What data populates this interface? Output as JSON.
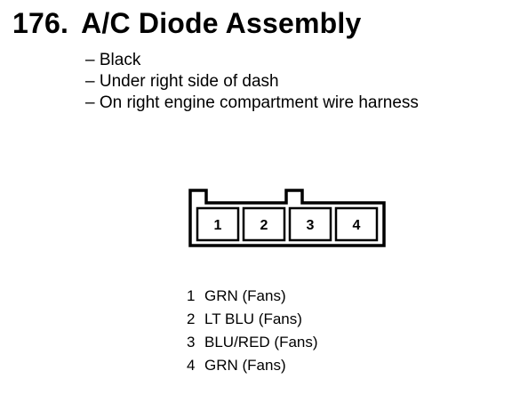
{
  "header": {
    "number": "176.",
    "title": "A/C Diode Assembly"
  },
  "notes": [
    "Black",
    "Under right side of dash",
    "On right engine compartment wire harness"
  ],
  "connector": {
    "pins": [
      "1",
      "2",
      "3",
      "4"
    ]
  },
  "pin_list": [
    {
      "num": "1",
      "desc": "GRN (Fans)"
    },
    {
      "num": "2",
      "desc": "LT BLU (Fans)"
    },
    {
      "num": "3",
      "desc": "BLU/RED (Fans)"
    },
    {
      "num": "4",
      "desc": "GRN (Fans)"
    }
  ]
}
